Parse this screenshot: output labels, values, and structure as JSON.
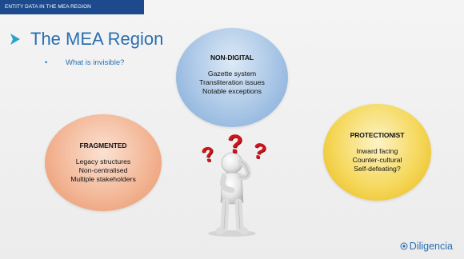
{
  "header": {
    "section_tag": "ENTITY DATA IN THE MEA REGION"
  },
  "title": {
    "text": "The MEA Region",
    "icon": "chevron-right-icon"
  },
  "bullets": [
    {
      "marker": "•",
      "text": "What is invisible?"
    }
  ],
  "bubbles": {
    "nondigital": {
      "heading": "NON-DIGITAL",
      "lines": [
        "Gazette system",
        "Transliteration issues",
        "Notable exceptions"
      ]
    },
    "fragmented": {
      "heading": "FRAGMENTED",
      "lines": [
        "Legacy structures",
        "Non-centralised",
        "Multiple stakeholders"
      ]
    },
    "protectionist": {
      "heading": "PROTECTIONIST",
      "lines": [
        "Inward facing",
        "Counter-cultural",
        "Self-defeating?"
      ]
    }
  },
  "illustration": {
    "marks": [
      "?",
      "?",
      "?"
    ],
    "icon": "thinking-person-icon"
  },
  "logo": {
    "text": "Diligencia",
    "icon": "diligencia-logo-icon"
  },
  "colors": {
    "accent_blue": "#2a6fb0",
    "header_blue": "#1c4a8c",
    "question_red": "#d0141b"
  }
}
